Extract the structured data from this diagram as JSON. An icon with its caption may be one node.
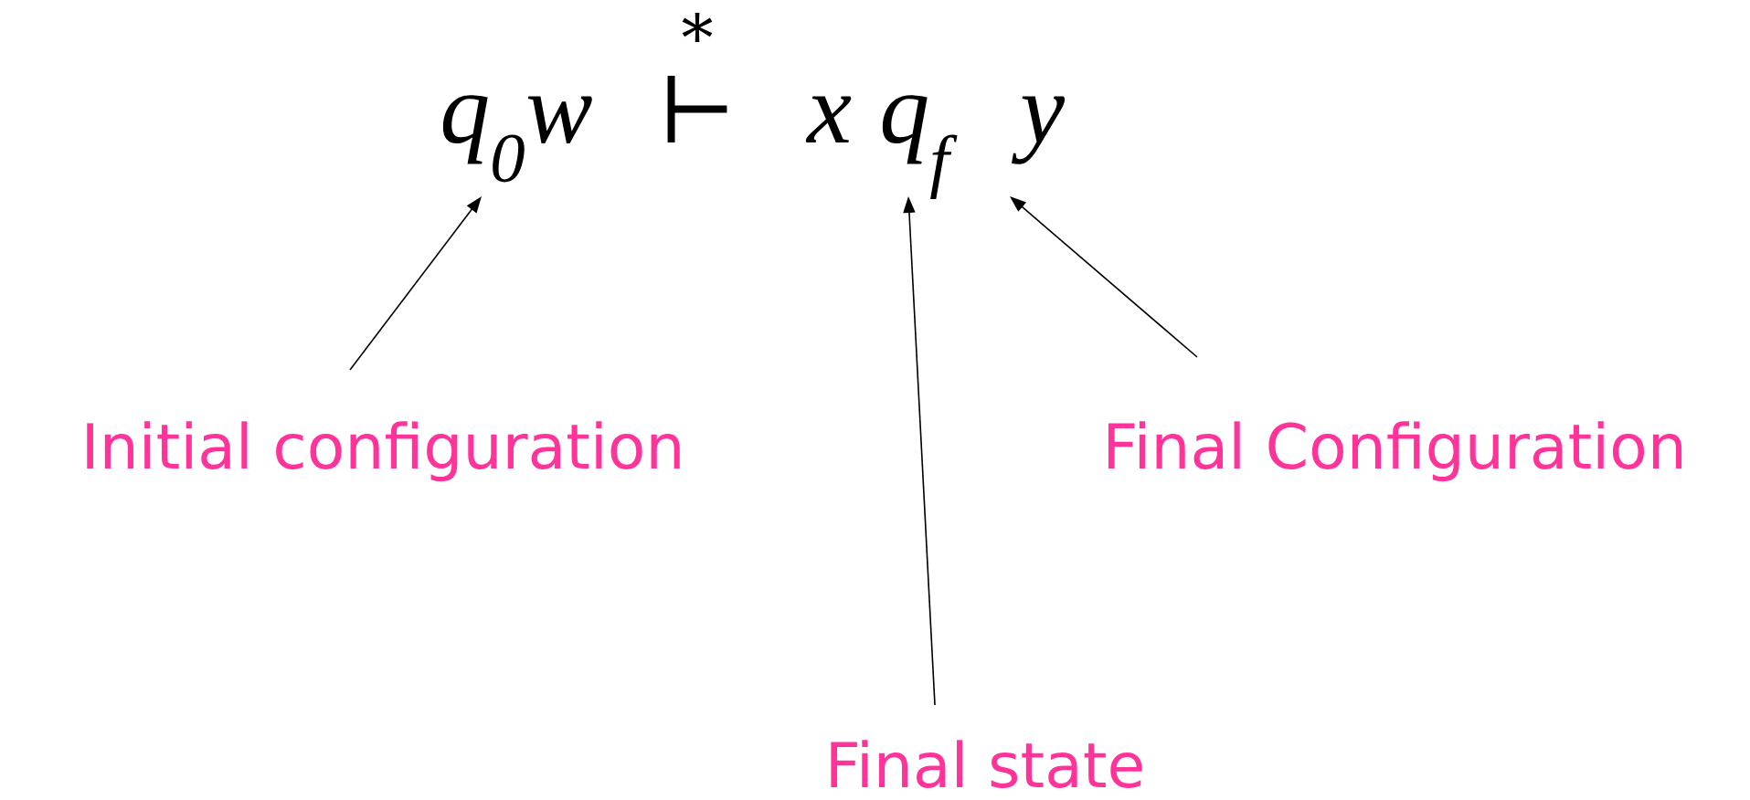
{
  "diagram": {
    "nodes": [
      {
        "text": [
          "q$_{0}$w"
        ]
      },
      {
        "text": [
          "q$_{f}$"
        ]
      },
      {
        "text": [
          "y"
        ]
      },
      {
        "text": [
          "Initial configuration"
        ]
      },
      {
        "text": [
          "Final state"
        ]
      },
      {
        "text": [
          "Final Configuration"
        ]
      }
    ],
    "edges": [
      {
        "from": 3,
        "to": 0,
        "arrow": "to"
      },
      {
        "from": 4,
        "to": 1,
        "arrow": "to"
      },
      {
        "from": 5,
        "to": 2,
        "arrow": "to"
      }
    ],
    "labels": [
      "*",
      "⊢",
      "x"
    ]
  }
}
